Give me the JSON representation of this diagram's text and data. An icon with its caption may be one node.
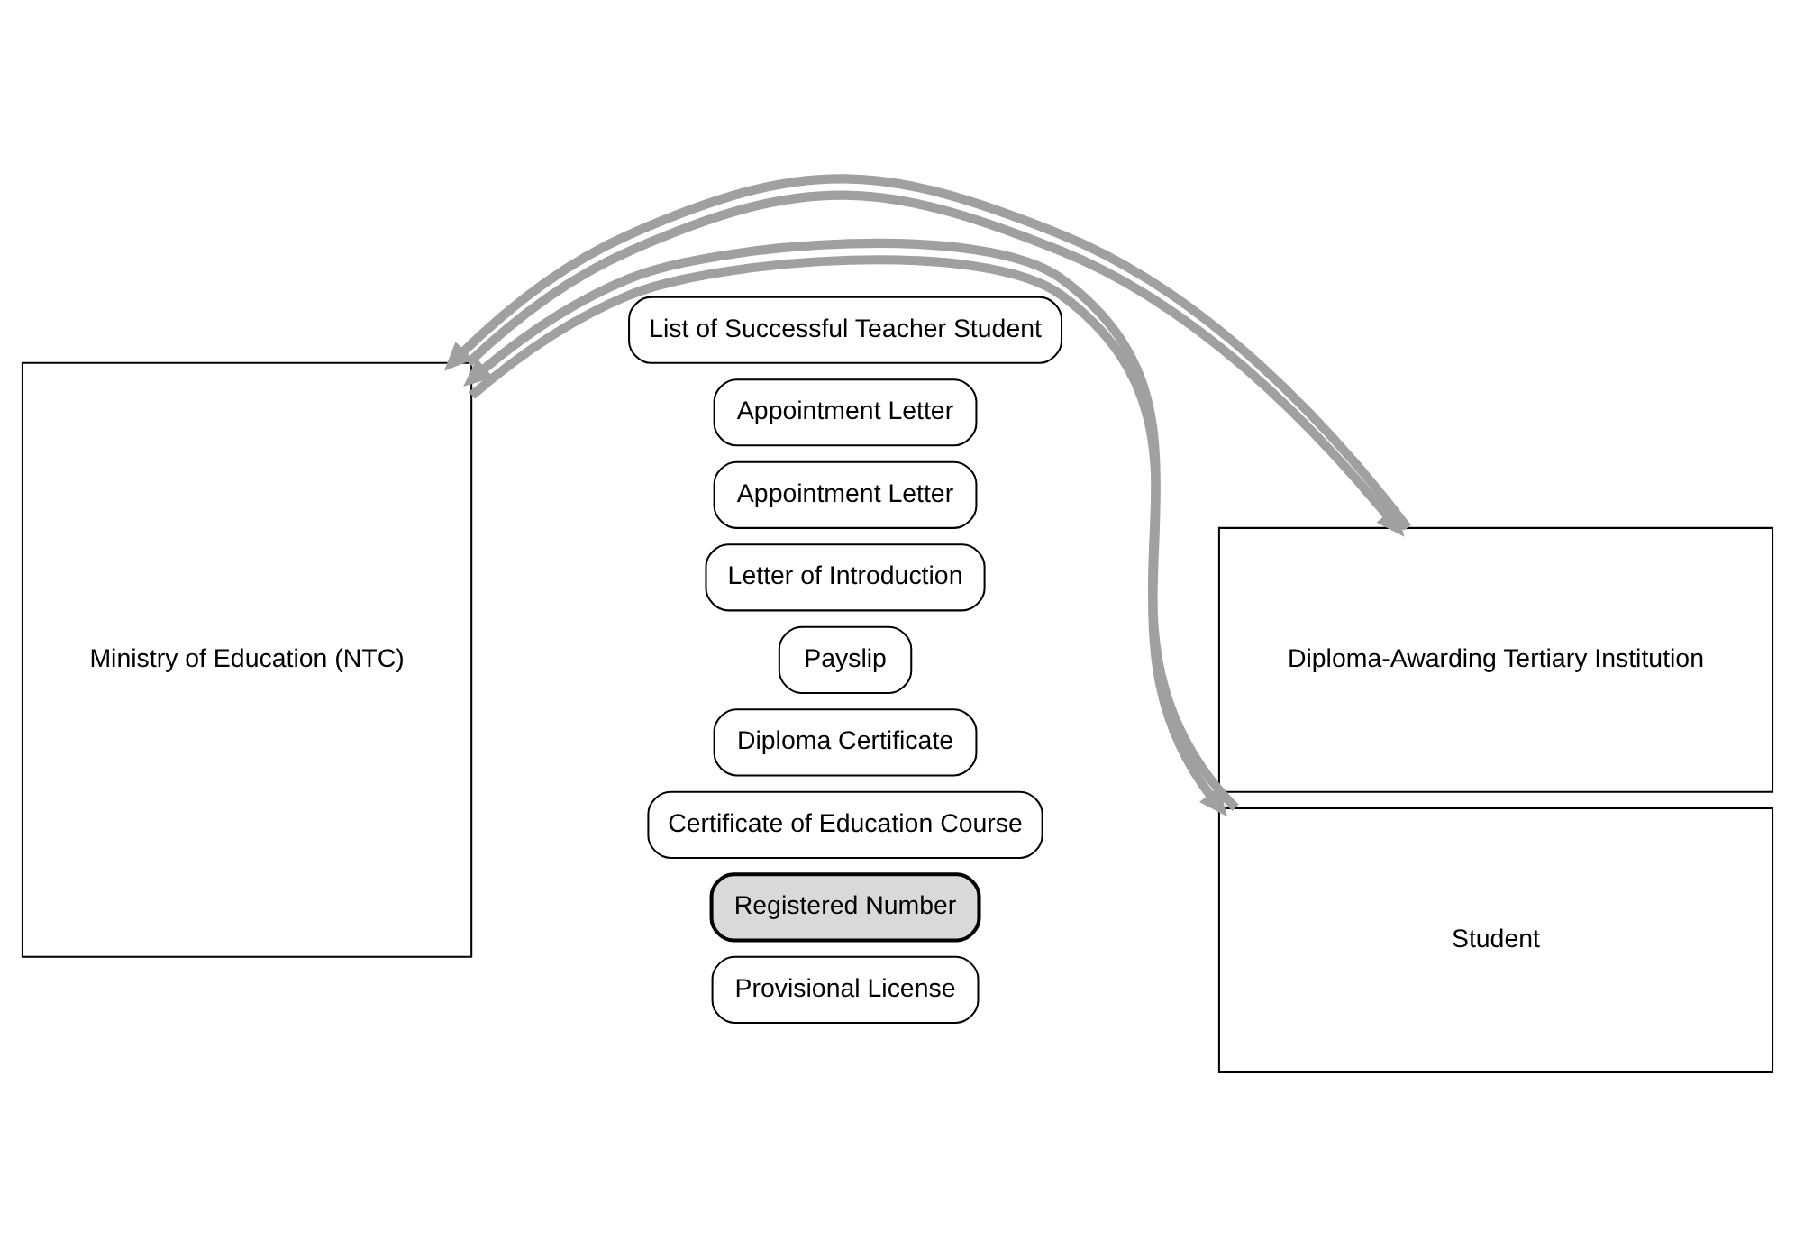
{
  "diagram": {
    "nodes": [
      {
        "text": [
          "Ministry of Education (NTC)"
        ]
      },
      {
        "text": [
          "Diploma-Awarding Tertiary Institution"
        ]
      },
      {
        "text": [
          "Student"
        ]
      },
      {
        "text": [
          "List of Successful Teacher Student"
        ]
      },
      {
        "text": [
          "Appointment Letter"
        ]
      },
      {
        "text": [
          "Appointment Letter"
        ]
      },
      {
        "text": [
          "Letter of Introduction"
        ]
      },
      {
        "text": [
          "Payslip"
        ]
      },
      {
        "text": [
          "Diploma Certificate"
        ]
      },
      {
        "text": [
          "Certificate of Education Course"
        ]
      },
      {
        "text": [
          "Registered Number"
        ]
      },
      {
        "text": [
          "Provisional License"
        ]
      }
    ],
    "edges": [
      {
        "from": 1,
        "to": 0,
        "arrow": "to"
      },
      {
        "from": 0,
        "to": 1,
        "arrow": "to"
      },
      {
        "from": 2,
        "to": 0,
        "arrow": "to"
      },
      {
        "from": 0,
        "to": 2,
        "arrow": "to"
      }
    ]
  }
}
